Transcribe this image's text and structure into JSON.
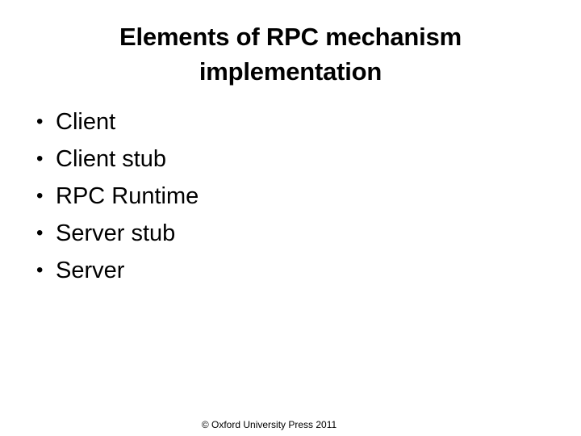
{
  "slide": {
    "title": "Elements of RPC mechanism implementation",
    "title_line1": "Elements of RPC mechanism",
    "title_line2": "implementation",
    "bullet_marker": "•",
    "bullets": [
      {
        "label": "Client"
      },
      {
        "label": "Client stub"
      },
      {
        "label": "RPC Runtime"
      },
      {
        "label": "Server stub"
      },
      {
        "label": "Server"
      }
    ],
    "footer": "© Oxford University Press 2011",
    "colors": {
      "background": "#ffffff",
      "text": "#000000"
    }
  }
}
